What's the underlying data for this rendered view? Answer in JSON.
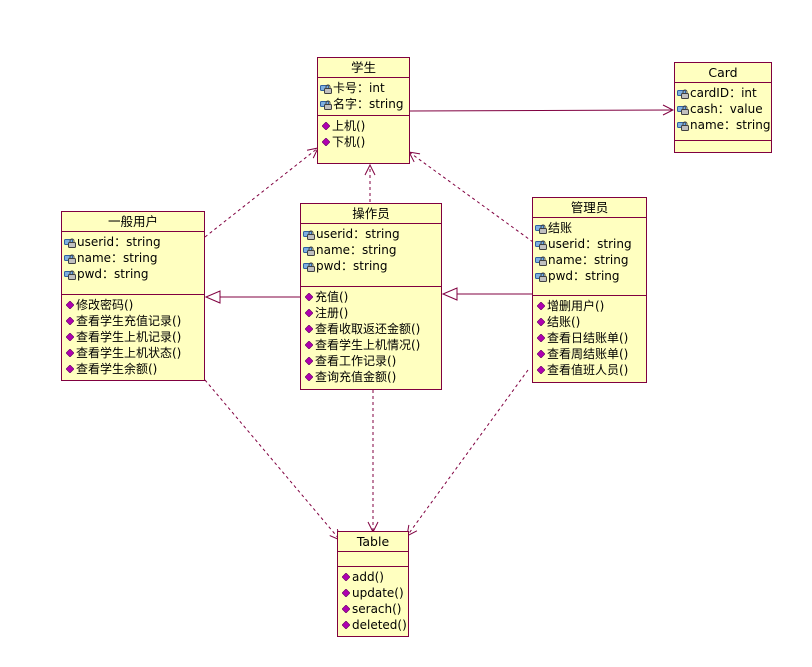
{
  "colors": {
    "class_fill": "#ffffc0",
    "border": "#800040",
    "operation_icon": "#b000b0",
    "attribute_icon": "#3060a0"
  },
  "classes": {
    "student": {
      "name": "学生",
      "attributes": [
        "卡号：int",
        "名字：string"
      ],
      "operations": [
        "上机()",
        "下机()"
      ]
    },
    "card": {
      "name": "Card",
      "attributes": [
        "cardID：int",
        "cash：value",
        "name：string"
      ],
      "operations": []
    },
    "user": {
      "name": "一般用户",
      "attributes": [
        "userid：string",
        "name：string",
        "pwd：string"
      ],
      "operations": [
        "修改密码()",
        "查看学生充值记录()",
        "查看学生上机记录()",
        "查看学生上机状态()",
        "查看学生余额()"
      ]
    },
    "operator": {
      "name": "操作员",
      "attributes": [
        "userid：string",
        "name：string",
        "pwd：string"
      ],
      "operations": [
        "充值()",
        "注册()",
        "查看收取返还金额()",
        "查看学生上机情况()",
        "查看工作记录()",
        "查询充值金额()"
      ]
    },
    "admin": {
      "name": "管理员",
      "attributes": [
        "结账",
        "userid：string",
        "name：string",
        "pwd：string"
      ],
      "operations": [
        "增删用户()",
        "结账()",
        "查看日结账单()",
        "查看周结账单()",
        "查看值班人员()"
      ]
    },
    "table": {
      "name": "Table",
      "attributes": [],
      "operations": [
        "add()",
        "update()",
        "serach()",
        "deleted()"
      ]
    }
  }
}
